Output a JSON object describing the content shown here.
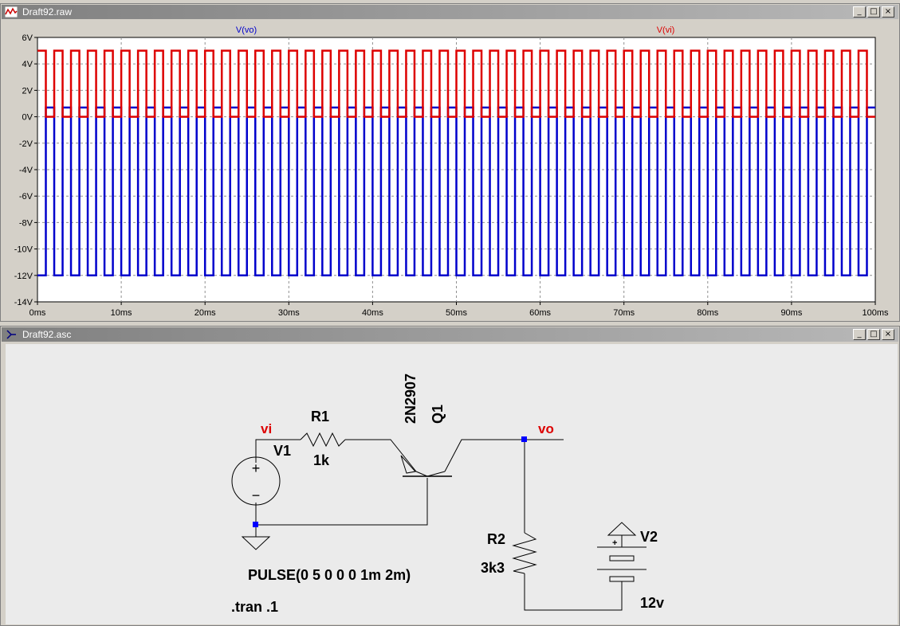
{
  "plot_window": {
    "title": "Draft92.raw",
    "icon": "waveform-icon",
    "buttons": [
      "_",
      "□",
      "×"
    ]
  },
  "schematic_window": {
    "title": "Draft92.asc",
    "icon": "schematic-icon",
    "buttons": [
      "_",
      "□",
      "×"
    ]
  },
  "colors": {
    "vo": "#0000cc",
    "vi": "#dd0000",
    "grid": "#909090",
    "wire": "#000000",
    "junction": "#0000ff"
  },
  "chart_data": {
    "type": "line",
    "xlabel_ticks": [
      "0ms",
      "10ms",
      "20ms",
      "30ms",
      "40ms",
      "50ms",
      "60ms",
      "70ms",
      "80ms",
      "90ms",
      "100ms"
    ],
    "ylabel_ticks": [
      "6V",
      "4V",
      "2V",
      "0V",
      "-2V",
      "-4V",
      "-6V",
      "-8V",
      "-10V",
      "-12V",
      "-14V"
    ],
    "xlim": [
      0,
      100
    ],
    "ylim": [
      -14,
      6
    ],
    "grid": true,
    "legend": [
      "V(vo)",
      "V(vi)"
    ],
    "series": [
      {
        "name": "V(vo)",
        "x_start_ms": 0,
        "period_ms": 2,
        "high_ms": 1,
        "high_V": -12,
        "low_V": 0.7
      },
      {
        "name": "V(vi)",
        "x_start_ms": 0,
        "period_ms": 2,
        "high_ms": 1,
        "high_V": 5,
        "low_V": 0
      }
    ]
  },
  "schematic": {
    "vi_label": "vi",
    "vo_label": "vo",
    "r1_name": "R1",
    "r1_value": "1k",
    "q1_model": "2N2907",
    "q1_name": "Q1",
    "v1_name": "V1",
    "v1_value": "PULSE(0 5 0 0 0 1m 2m)",
    "r2_name": "R2",
    "r2_value": "3k3",
    "v2_name": "V2",
    "v2_value": "12v",
    "directive": ".tran .1",
    "plus_sign": "+",
    "minus_sign": "−"
  }
}
